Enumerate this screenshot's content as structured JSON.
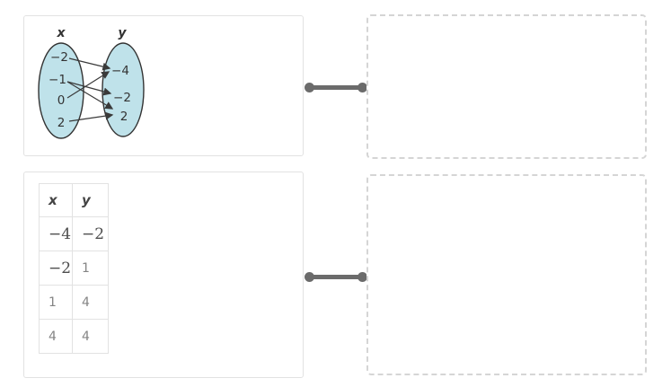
{
  "exercise": {
    "kind": "matching",
    "connector_color": "#6b6b6b",
    "dropzones": [
      {
        "label": ""
      },
      {
        "label": ""
      }
    ]
  },
  "diagram_card": {
    "title_left": "x",
    "title_right": "y",
    "left_set": [
      "−2",
      "−1",
      "0",
      "2"
    ],
    "right_set": [
      "−4",
      "−2",
      "2"
    ],
    "mappings": [
      {
        "from": "−2",
        "to": "−4"
      },
      {
        "from": "0",
        "to": "−4"
      },
      {
        "from": "−1",
        "to": "−2"
      },
      {
        "from": "−1",
        "to": "2"
      },
      {
        "from": "2",
        "to": "2"
      }
    ],
    "oval_fill": "#bfe2ea",
    "stroke_color": "#3a3a3a"
  },
  "table_card": {
    "headers": [
      "x",
      "y"
    ],
    "rows": [
      [
        "−4",
        "−2"
      ],
      [
        "−2",
        "1"
      ],
      [
        "1",
        "4"
      ],
      [
        "4",
        "4"
      ]
    ]
  }
}
